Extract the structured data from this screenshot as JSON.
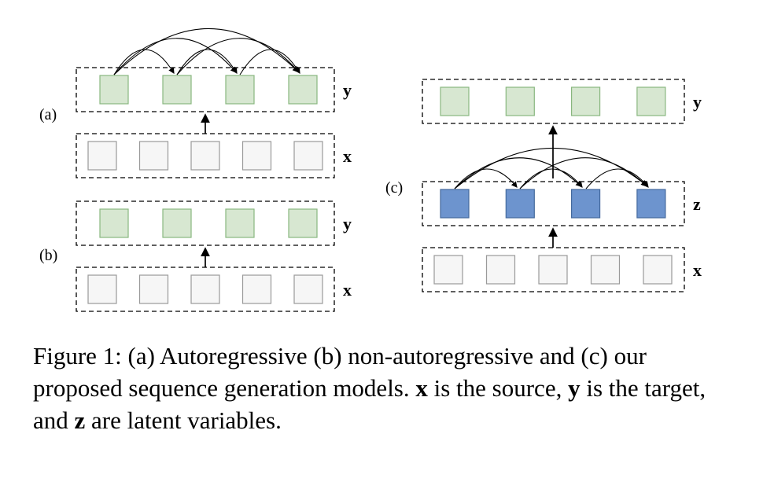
{
  "panels": {
    "a": {
      "label": "(a)",
      "rows": [
        {
          "key": "y",
          "label": "y",
          "count": 4,
          "style": "green"
        },
        {
          "key": "x",
          "label": "x",
          "count": 5,
          "style": "gray"
        }
      ]
    },
    "b": {
      "label": "(b)",
      "rows": [
        {
          "key": "y",
          "label": "y",
          "count": 4,
          "style": "green"
        },
        {
          "key": "x",
          "label": "x",
          "count": 5,
          "style": "gray"
        }
      ]
    },
    "c": {
      "label": "(c)",
      "rows": [
        {
          "key": "y",
          "label": "y",
          "count": 4,
          "style": "green"
        },
        {
          "key": "z",
          "label": "z",
          "count": 4,
          "style": "blue"
        },
        {
          "key": "x",
          "label": "x",
          "count": 5,
          "style": "gray"
        }
      ]
    }
  },
  "colors": {
    "green": {
      "fill": "#d7e7d1",
      "stroke": "#89b77f"
    },
    "gray": {
      "fill": "#f6f6f6",
      "stroke": "#9a9a9a"
    },
    "blue": {
      "fill": "#6d94ce",
      "stroke": "#44699d"
    }
  },
  "caption": {
    "seg1": "Figure 1: (a) Autoregressive (b) non-autoregressive and (c) our proposed sequence generation models. ",
    "bold1": "x",
    "seg2": " is the source, ",
    "bold2": "y",
    "seg3": " is the target, and ",
    "bold3": "z",
    "seg4": " are latent variables."
  }
}
